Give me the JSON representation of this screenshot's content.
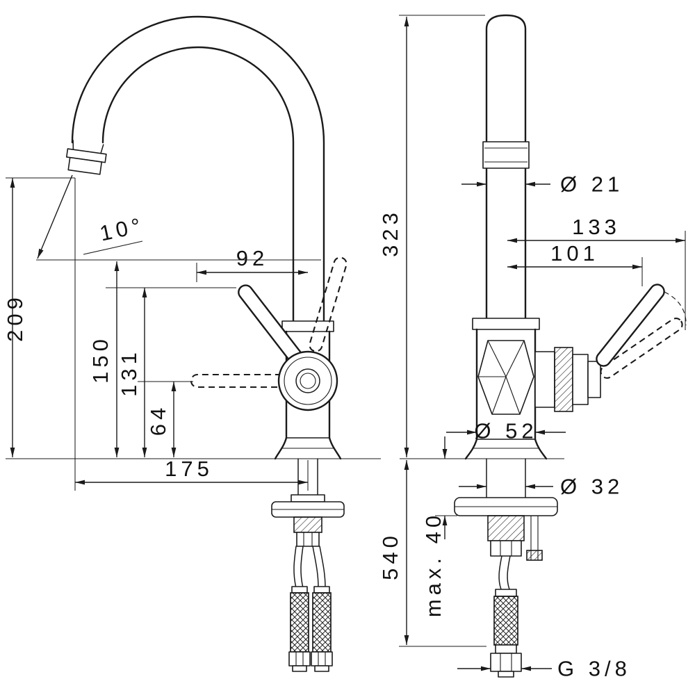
{
  "page": {
    "background": "#ffffff",
    "line_color": "#1a1a1a"
  },
  "views": {
    "side": {
      "dims": {
        "spout_height": "209",
        "handle_tip_height": "150",
        "handle_pivot_height": "131",
        "handle_low_height": "64",
        "spout_reach": "175",
        "handle_reach": "92",
        "spray_angle": "10°"
      }
    },
    "front": {
      "dims": {
        "total_height": "323",
        "below_counter_length": "540",
        "max_mounting_depth": "max. 40",
        "column_diameter": "Ø 21",
        "handle_reach_max": "133",
        "handle_reach": "101",
        "body_diameter": "Ø 52",
        "shank_diameter": "Ø 32",
        "connection_thread": "G 3/8"
      }
    }
  }
}
